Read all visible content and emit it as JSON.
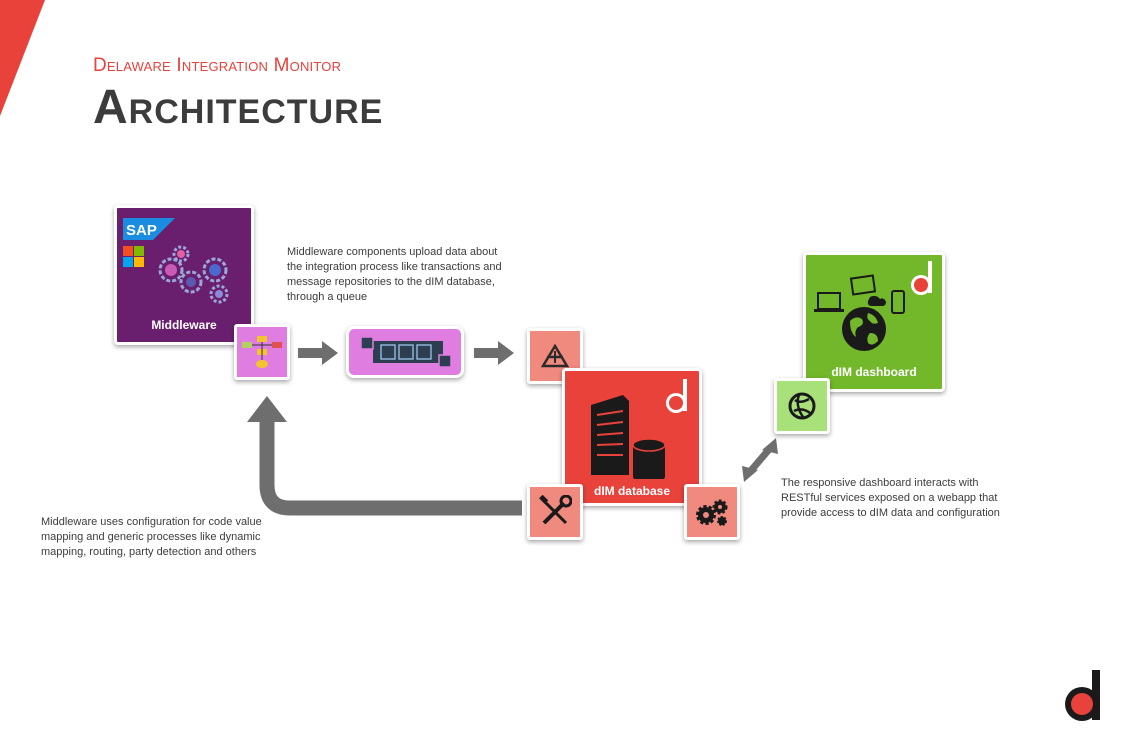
{
  "header": {
    "subtitle": "Delaware Integration Monitor",
    "title": "Architecture"
  },
  "middleware": {
    "logo_text": "SAP",
    "label": "Middleware"
  },
  "database": {
    "label": "dIM database"
  },
  "dashboard": {
    "label": "dIM dashboard"
  },
  "descriptions": {
    "upload": [
      "Middleware components upload data about",
      "the integration process like transactions and",
      "message repositories to the dIM database,",
      "through a queue"
    ],
    "config": [
      "Middleware uses configuration for code value",
      "mapping and generic processes like dynamic",
      "mapping, routing, party detection and others"
    ],
    "dashboard": [
      "The responsive dashboard interacts with",
      "RESTful services exposed on a webapp that",
      "provide access to dIM data and configuration"
    ]
  },
  "icons": {
    "flowchart": "flowchart-icon",
    "queue": "queue-icon",
    "import": "triangle-upload-icon",
    "tools": "wrench-screwdriver-icon",
    "gears": "gears-icon",
    "web_service": "web-service-icon",
    "server": "server-database-icon",
    "devices": "devices-globe-icon",
    "brand": "delaware-d-logo"
  },
  "colors": {
    "accent_red": "#e8423b",
    "sap_purple": "#6a1f6e",
    "pink": "#e07de0",
    "salmon": "#f08a7e",
    "green": "#72b82a",
    "light_green": "#a8e07a",
    "arrow_gray": "#6e6e6e"
  }
}
